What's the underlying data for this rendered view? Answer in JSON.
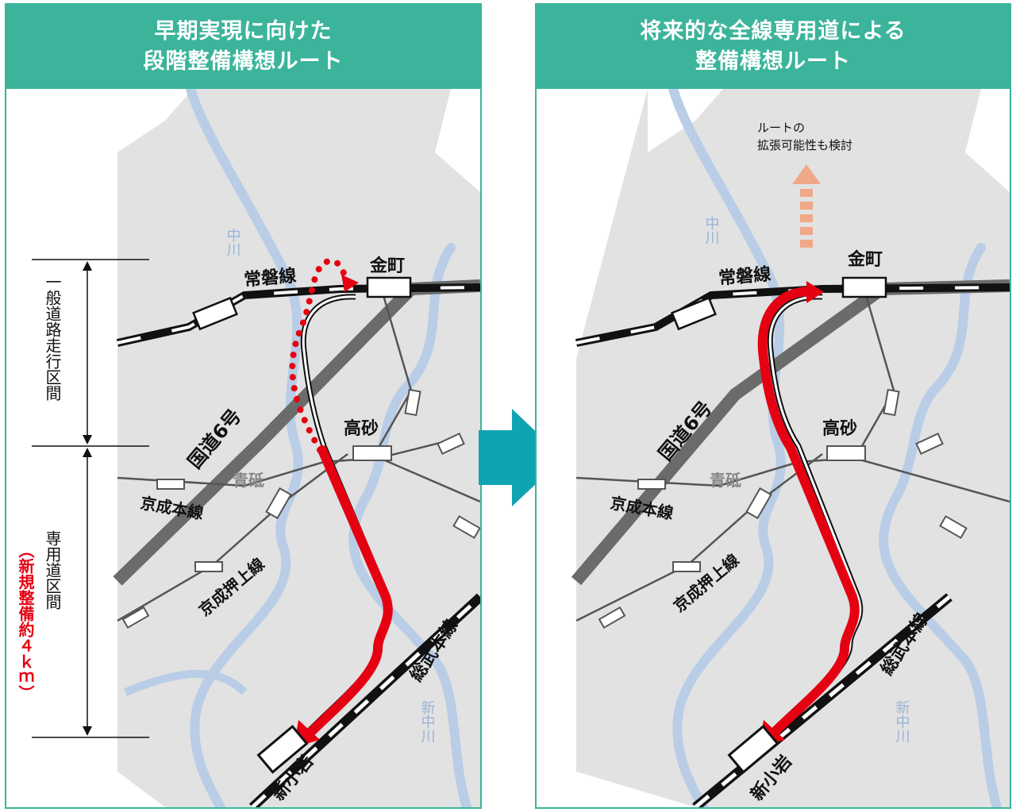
{
  "left_panel": {
    "title_line1": "早期実現に向けた",
    "title_line2": "段階整備構想ルート"
  },
  "right_panel": {
    "title_line1": "将来的な全線専用道による",
    "title_line2": "整備構想ルート",
    "expansion_note_line1": "ルートの",
    "expansion_note_line2": "拡張可能性も検討"
  },
  "map_labels": {
    "station_kanamachi": "金町",
    "station_takasago": "高砂",
    "station_aoto": "青砥",
    "station_shinkoiwa": "新小岩",
    "line_joban": "常磐線",
    "line_keisei_main": "京成本線",
    "line_keisei_oshiage": "京成押上線",
    "line_sobu": "総武本線",
    "road_route6": "国道6号",
    "river_naka": "中川",
    "river_shinnaka": "新中川"
  },
  "sections": {
    "general_road": "一般道路走行区間",
    "dedicated_road": "専用道区間",
    "new_build": "（新規整備約４ｋｍ）"
  },
  "colors": {
    "header": "#3bb49b",
    "route": "#e50012",
    "river": "#b9cde6",
    "land": "#e2e2e2",
    "road": "#6b6b6b",
    "arrow": "#0fa4b2",
    "expansion_arrow": "#f0a888"
  },
  "icons": [
    "next-arrow-icon",
    "up-arrow-icon",
    "route-arrowhead-icon"
  ]
}
